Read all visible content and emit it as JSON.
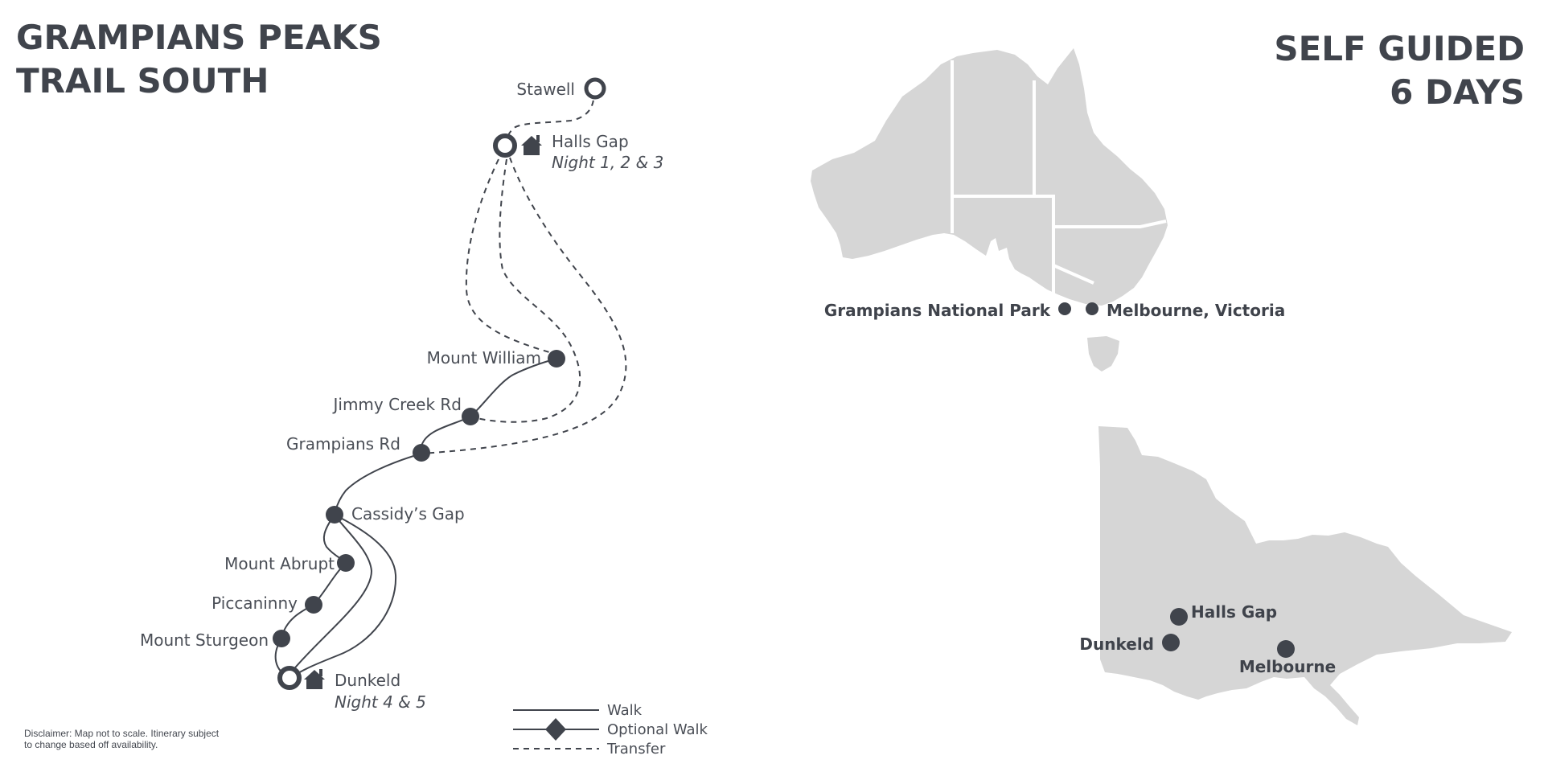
{
  "header": {
    "title_line1": "GRAMPIANS PEAKS",
    "title_line2": "TRAIL SOUTH",
    "tour_type": "SELF GUIDED",
    "duration": "6 DAYS"
  },
  "route": {
    "stops": [
      {
        "name": "Stawell",
        "kind": "town"
      },
      {
        "name": "Halls Gap",
        "kind": "town-accommodation",
        "note": "Night 1, 2 & 3"
      },
      {
        "name": "Mount William",
        "kind": "trail-point"
      },
      {
        "name": "Jimmy Creek Rd",
        "kind": "trail-point"
      },
      {
        "name": "Grampians Rd",
        "kind": "trail-point"
      },
      {
        "name": "Cassidy’s Gap",
        "kind": "trail-point"
      },
      {
        "name": "Mount Abrupt",
        "kind": "trail-point"
      },
      {
        "name": "Piccaninny",
        "kind": "trail-point"
      },
      {
        "name": "Mount Sturgeon",
        "kind": "trail-point"
      },
      {
        "name": "Dunkeld",
        "kind": "town-accommodation",
        "note": "Night 4 & 5"
      }
    ]
  },
  "legend": {
    "walk": "Walk",
    "optional_walk": "Optional Walk",
    "transfer": "Transfer"
  },
  "australia_map": {
    "markers": [
      {
        "name": "Grampians National Park"
      },
      {
        "name": "Melbourne, Victoria"
      }
    ]
  },
  "victoria_map": {
    "markers": [
      {
        "name": "Halls Gap"
      },
      {
        "name": "Dunkeld"
      },
      {
        "name": "Melbourne"
      }
    ]
  },
  "disclaimer": {
    "line1": "Disclaimer: Map not to scale. Itinerary subject",
    "line2": "to change based off availability."
  },
  "colors": {
    "ink": "#40444c",
    "land": "#d6d6d6",
    "background": "#ffffff"
  },
  "icons": {
    "accommodation": "house-icon",
    "town": "ring-marker-icon",
    "trail_point": "dot-marker-icon"
  }
}
